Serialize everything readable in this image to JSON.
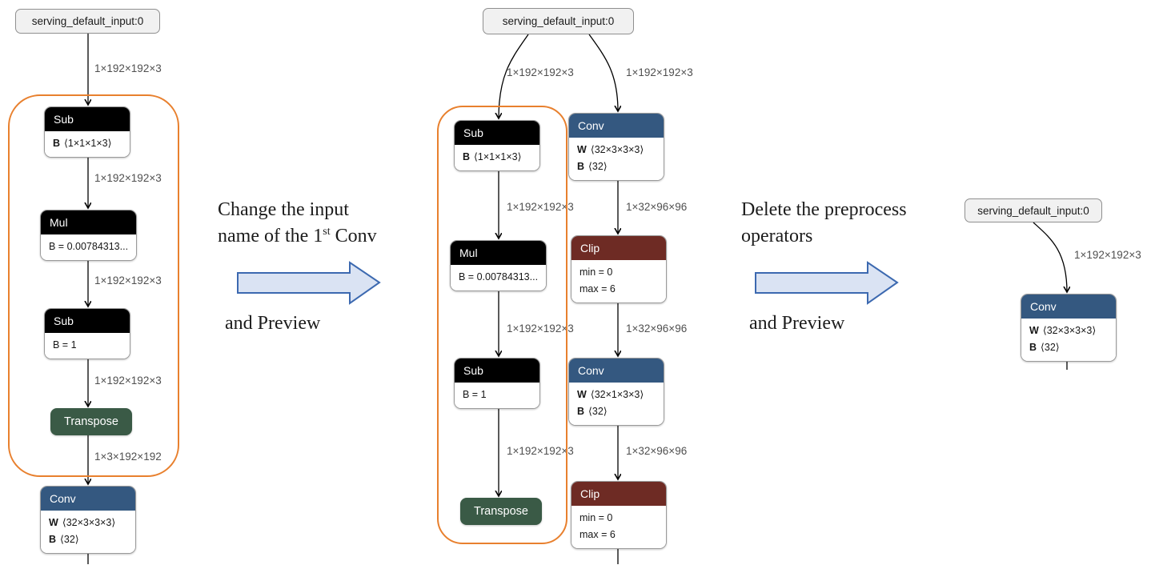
{
  "colors": {
    "conv": "#345880",
    "clip": "#6e2b24",
    "transpose": "#3a5a46",
    "op_black": "#000000",
    "orange": "#e8802e",
    "arrow_fill": "#dae3f3",
    "arrow_stroke": "#3c69b0",
    "input_bg": "#f1f1f1",
    "input_border": "#8f8f8f",
    "edge": "#000000",
    "edge_label": "#4f4f4f"
  },
  "annotation_left": {
    "line1": "Change the input",
    "line2_pre": "name of the 1",
    "line2_sup": "st",
    "line2_post": " Conv",
    "line3": "and Preview"
  },
  "annotation_right": {
    "line1": "Delete the preprocess",
    "line2": "operators",
    "line3": "and Preview"
  },
  "graph_left": {
    "input_label": "serving_default_input:0",
    "edge_labels": {
      "e1": "1×192×192×3",
      "e2": "1×192×192×3",
      "e3": "1×192×192×3",
      "e4": "1×192×192×3",
      "e5": "1×3×192×192"
    },
    "sub1": {
      "title": "Sub",
      "k": "B",
      "v": "⟨1×1×1×3⟩"
    },
    "mul": {
      "title": "Mul",
      "text": "B = 0.00784313..."
    },
    "sub2": {
      "title": "Sub",
      "text": "B = 1"
    },
    "transpose": {
      "title": "Transpose"
    },
    "conv": {
      "title": "Conv",
      "w_k": "W",
      "w_v": "⟨32×3×3×3⟩",
      "b_k": "B",
      "b_v": "⟨32⟩"
    }
  },
  "graph_middle": {
    "input_label": "serving_default_input:0",
    "left_edge_labels": {
      "e1": "1×192×192×3",
      "e2": "1×192×192×3",
      "e3": "1×192×192×3",
      "e4": "1×192×192×3"
    },
    "right_edge_labels": {
      "e1": "1×192×192×3",
      "e2": "1×32×96×96",
      "e3": "1×32×96×96",
      "e4": "1×32×96×96"
    },
    "sub1": {
      "title": "Sub",
      "k": "B",
      "v": "⟨1×1×1×3⟩"
    },
    "mul": {
      "title": "Mul",
      "text": "B = 0.00784313..."
    },
    "sub2": {
      "title": "Sub",
      "text": "B = 1"
    },
    "transpose": {
      "title": "Transpose"
    },
    "conv1": {
      "title": "Conv",
      "w_k": "W",
      "w_v": "⟨32×3×3×3⟩",
      "b_k": "B",
      "b_v": "⟨32⟩"
    },
    "clip1": {
      "title": "Clip",
      "row1": "min = 0",
      "row2": "max = 6"
    },
    "conv2": {
      "title": "Conv",
      "w_k": "W",
      "w_v": "⟨32×1×3×3⟩",
      "b_k": "B",
      "b_v": "⟨32⟩"
    },
    "clip2": {
      "title": "Clip",
      "row1": "min = 0",
      "row2": "max = 6"
    }
  },
  "graph_right": {
    "input_label": "serving_default_input:0",
    "edge_label": "1×192×192×3",
    "conv": {
      "title": "Conv",
      "w_k": "W",
      "w_v": "⟨32×3×3×3⟩",
      "b_k": "B",
      "b_v": "⟨32⟩"
    }
  }
}
